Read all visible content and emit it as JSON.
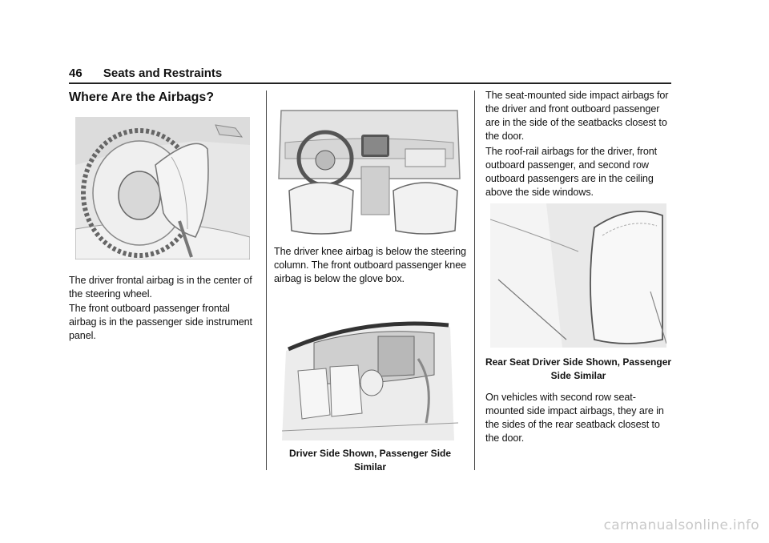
{
  "header": {
    "page_number": "46",
    "section_title": "Seats and Restraints"
  },
  "heading": "Where Are the Airbags?",
  "col1": {
    "para1": "The driver frontal airbag is in the center of the steering wheel.",
    "para2": "The front outboard passenger frontal airbag is in the passenger side instrument panel."
  },
  "col2": {
    "para1": "The driver knee airbag is below the steering column. The front outboard passenger knee airbag is below the glove box.",
    "caption": "Driver Side Shown, Passenger Side Similar"
  },
  "col3": {
    "para1": "The seat-mounted side impact airbags for the driver and front outboard passenger are in the side of the seatbacks closest to the door.",
    "para2": "The roof-rail airbags for the driver, front outboard passenger, and second row outboard passengers are in the ceiling above the side windows.",
    "caption": "Rear Seat Driver Side Shown, Passenger Side Similar",
    "para3": "On vehicles with second row seat-mounted side impact airbags, they are in the sides of the rear seatback closest to the door."
  },
  "watermark": "carmanualsonline.info"
}
